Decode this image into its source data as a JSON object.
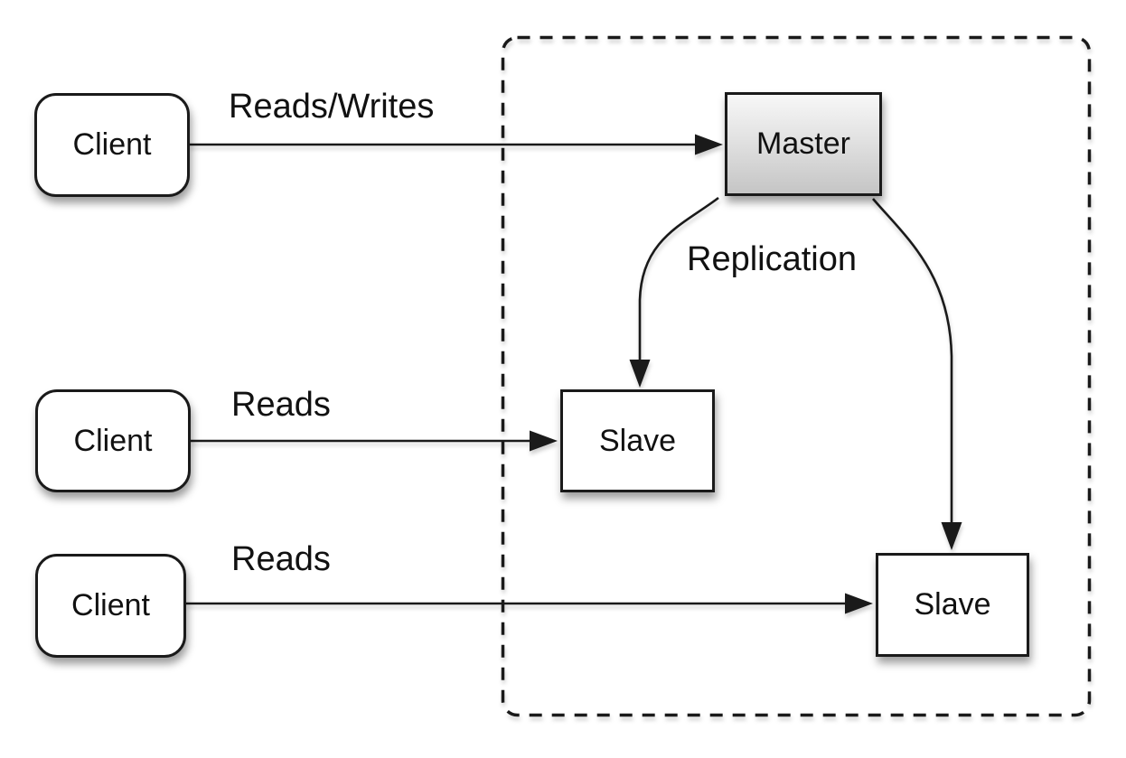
{
  "diagram": {
    "nodes": {
      "client1": {
        "label": "Client"
      },
      "client2": {
        "label": "Client"
      },
      "client3": {
        "label": "Client"
      },
      "master": {
        "label": "Master"
      },
      "slave1": {
        "label": "Slave"
      },
      "slave2": {
        "label": "Slave"
      }
    },
    "edges": {
      "client1_master": {
        "label": "Reads/Writes"
      },
      "client2_slave1": {
        "label": "Reads"
      },
      "client3_slave2": {
        "label": "Reads"
      },
      "replication": {
        "label": "Replication"
      }
    },
    "colors": {
      "line": "#1a1a1a",
      "node_fill": "#ffffff",
      "master_fill_top": "#f7f7f7",
      "master_fill_bottom": "#c5c5c5",
      "background": "#ffffff"
    }
  }
}
